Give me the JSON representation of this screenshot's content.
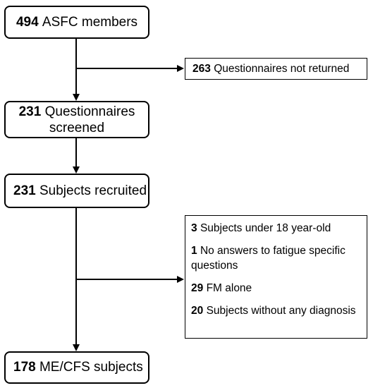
{
  "nodes": {
    "members": {
      "count": "494",
      "text": "ASFC members"
    },
    "not_returned": {
      "count": "263",
      "text": "Questionnaires not returned"
    },
    "screened": {
      "count": "231",
      "text": "Questionnaires",
      "text2": "screened"
    },
    "recruited": {
      "count": "231",
      "text": "Subjects recruited"
    },
    "final": {
      "count": "178",
      "text": "ME/CFS subjects"
    }
  },
  "exclusions": [
    {
      "count": "3",
      "text": "Subjects under 18 year-old"
    },
    {
      "count": "1",
      "text": "No answers to fatigue specific questions"
    },
    {
      "count": "29",
      "text": "FM alone"
    },
    {
      "count": "20",
      "text": "Subjects without any diagnosis"
    }
  ]
}
